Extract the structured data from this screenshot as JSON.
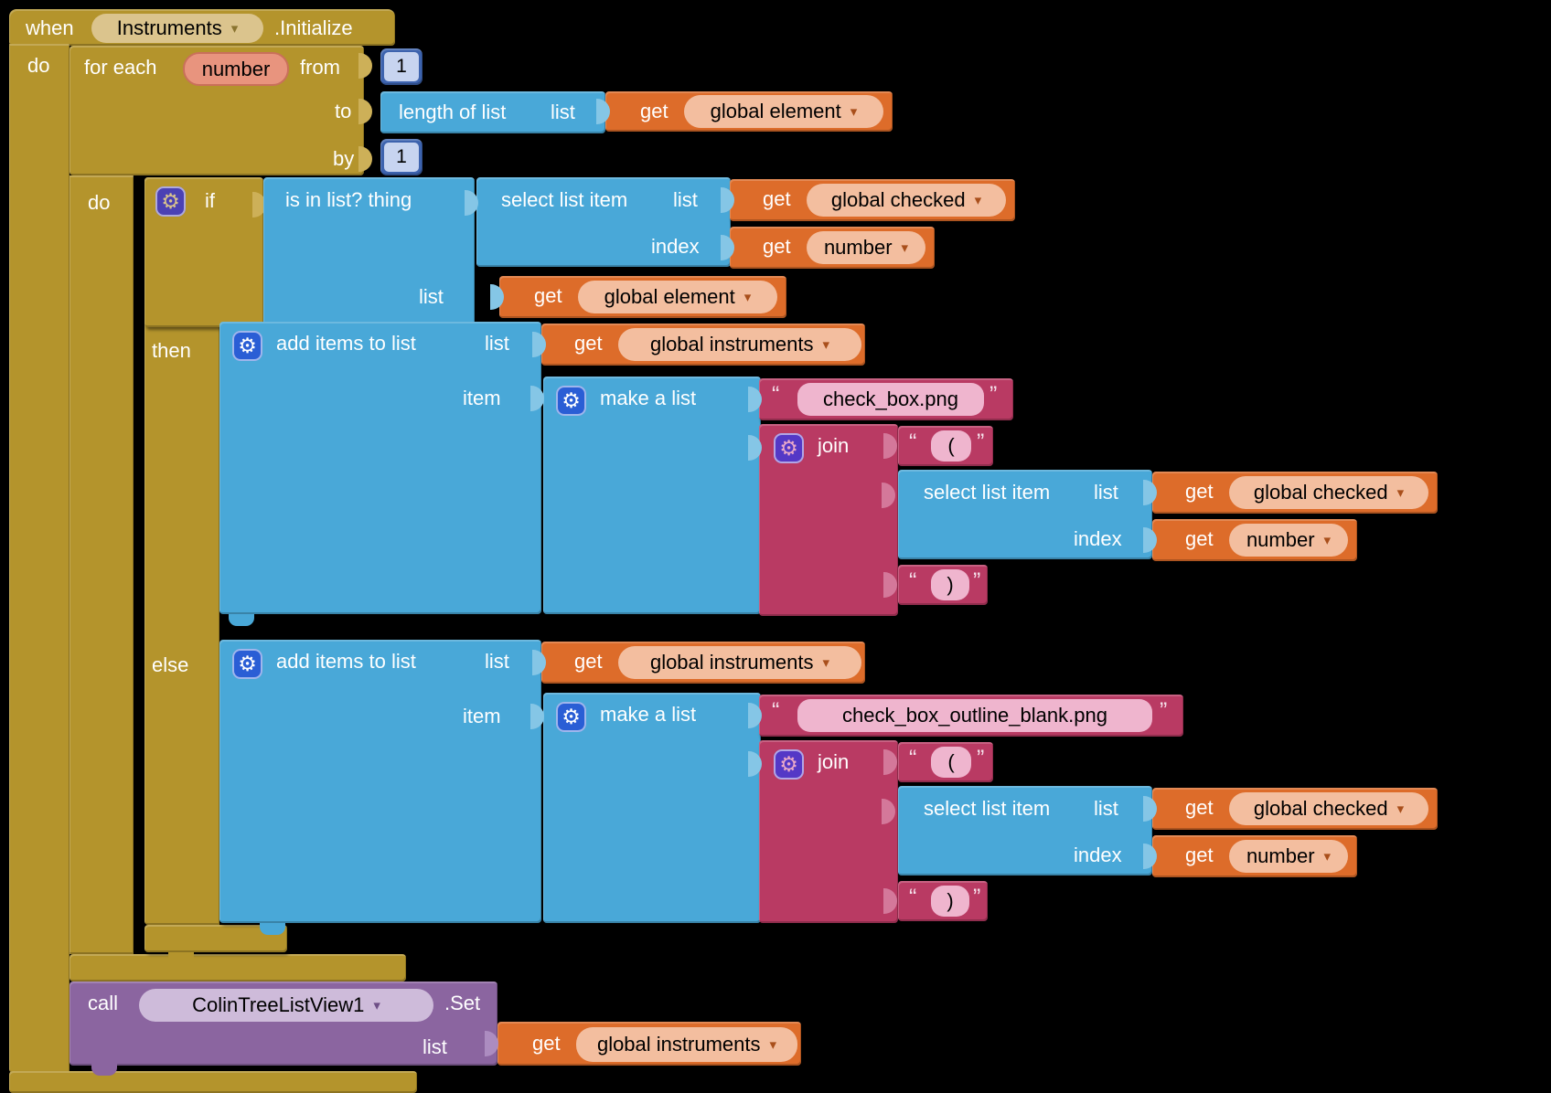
{
  "ui": {
    "dropdown_arrow": "▾",
    "open_quote": "“",
    "close_quote": "”",
    "gear_icon": "⚙"
  },
  "when_block": {
    "keyword": "when",
    "component": "Instruments",
    "event": ".Initialize",
    "do_label": "do"
  },
  "foreach_block": {
    "keyword": "for each",
    "param": "number",
    "from_label": "from",
    "from_value": "1",
    "to_label": "to",
    "by_label": "by",
    "by_value": "1",
    "do_label": "do"
  },
  "length_of_list_block": {
    "label": "length of list",
    "list_label": "list"
  },
  "if_block": {
    "if_label": "if",
    "then_label": "then",
    "else_label": "else"
  },
  "is_in_list_block": {
    "label": "is in list? thing",
    "list_label": "list"
  },
  "select_item_block": {
    "label": "select list item",
    "list_label": "list",
    "index_label": "index"
  },
  "add_items_block": {
    "label": "add items to list",
    "list_label": "list",
    "item_label": "item"
  },
  "make_list_block": {
    "label": "make a list"
  },
  "join_block": {
    "label": "join"
  },
  "text_blocks": {
    "check_box": "check_box.png",
    "check_box_outline": "check_box_outline_blank.png",
    "open_paren": "(",
    "close_paren": ")"
  },
  "get_block": {
    "keyword": "get",
    "global_element": "global element",
    "global_checked": "global checked",
    "number": "number",
    "global_instruments": "global instruments"
  },
  "call_block": {
    "keyword": "call",
    "component": "ColinTreeListView1",
    "method": ".Set",
    "list_label": "list"
  }
}
